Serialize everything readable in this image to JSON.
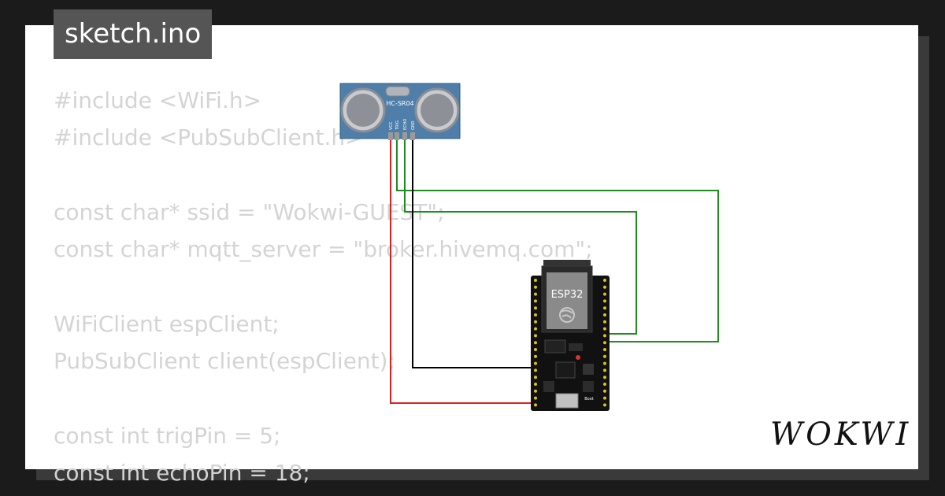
{
  "tab": {
    "label": "sketch.ino"
  },
  "code_lines": [
    "#include <WiFi.h>",
    "#include <PubSubClient.h>",
    "",
    "const char* ssid = \"Wokwi-GUEST\";",
    "const char* mqtt_server = \"broker.hivemq.com\";",
    "",
    "WiFiClient espClient;",
    "PubSubClient client(espClient);",
    "",
    "const int trigPin = 5;",
    "const int echoPin = 18;"
  ],
  "sensor": {
    "model": "HC-SR04",
    "pins": [
      "VCC",
      "TRIG",
      "ECHO",
      "GND"
    ]
  },
  "board": {
    "label": "ESP32",
    "button_label": "Boot"
  },
  "brand": {
    "logo": "WOKWI"
  },
  "colors": {
    "background": "#1b1b1b",
    "code_text": "#d4d4d4",
    "tab_bg": "#555555",
    "sensor_blue": "#4f7fa9",
    "wire_red": "#e02020",
    "wire_green": "#1e8c1e",
    "wire_black": "#000000"
  }
}
